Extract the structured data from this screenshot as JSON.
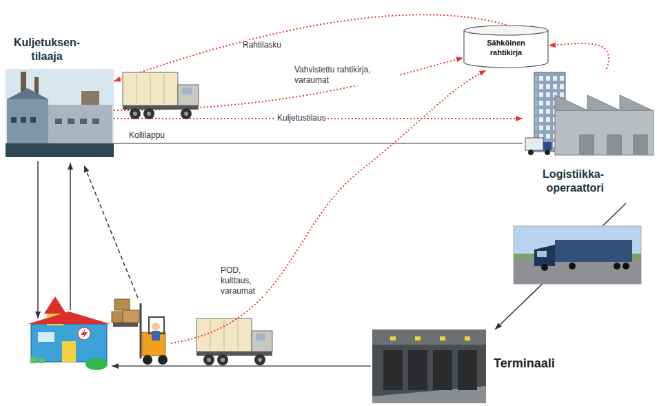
{
  "diagram": {
    "nodes": [
      {
        "text": [
          "Kuljetuksen- tilaaja"
        ]
      },
      {
        "text": [
          "Sähköinen rahtikirja"
        ]
      },
      {
        "text": [
          "Logistiikka- operaattori"
        ]
      },
      {
        "text": [
          "Terminaali"
        ]
      }
    ],
    "edges": [
      {
        "from": 1,
        "to": 0,
        "arrow": "to",
        "label": "Rahtilasku"
      },
      {
        "from": 0,
        "to": 1,
        "arrow": "to",
        "label": "Vahvistettu rahtikirja, varaumat"
      },
      {
        "from": 0,
        "to": 2,
        "arrow": "to",
        "label": "Kuljetustilaus"
      },
      {
        "from": 0,
        "to": 2,
        "arrow": "none",
        "label": "Kollilappu"
      },
      {
        "from": 2,
        "to": 1,
        "arrow": "to"
      },
      {
        "from": 2,
        "to": 3,
        "arrow": "to"
      }
    ],
    "labels": [
      "POD, kuittaus, varaumat"
    ]
  }
}
